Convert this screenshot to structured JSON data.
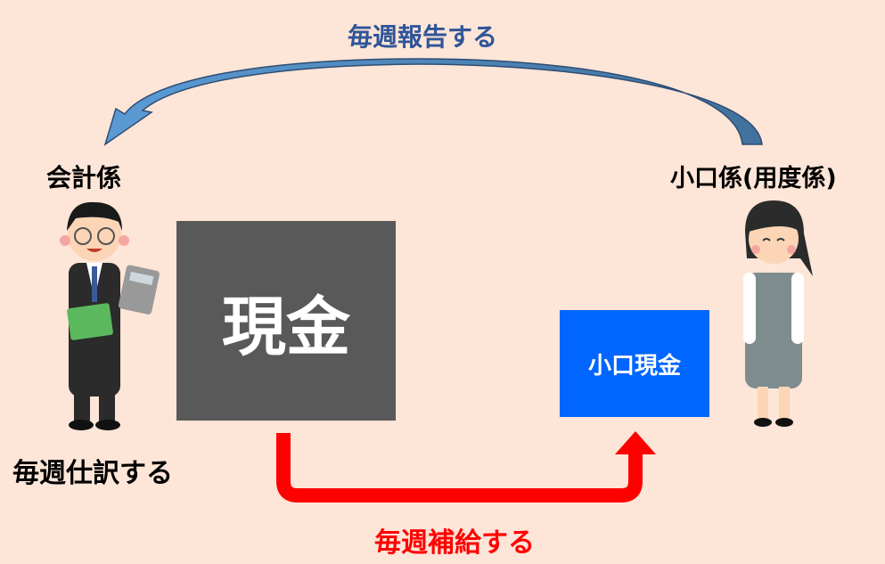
{
  "labels": {
    "weekly_report": "毎週報告する",
    "accountant": "会計係",
    "petty_cashier": "小口係(用度係)",
    "weekly_journal": "毎週仕訳する",
    "weekly_replenish": "毎週補給する"
  },
  "boxes": {
    "cash": "現金",
    "petty_cash": "小口現金"
  },
  "colors": {
    "background": "#fde5d8",
    "report_arrow": "#4a7ab5",
    "report_text": "#2f5597",
    "replenish_arrow": "#ff0000",
    "cash_box": "#595959",
    "petty_cash_box": "#0066ff"
  }
}
